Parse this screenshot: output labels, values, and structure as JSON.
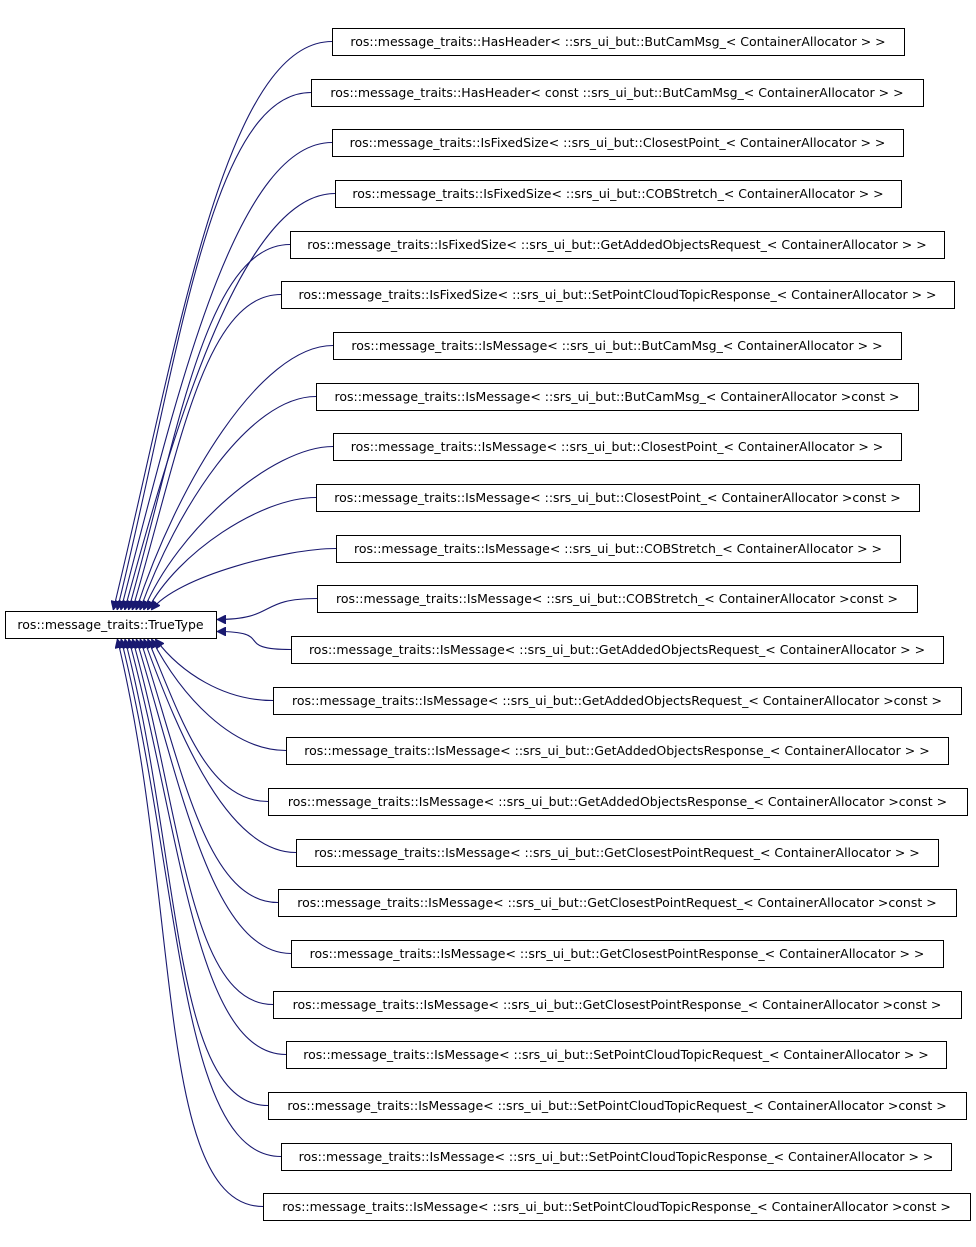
{
  "diagram": {
    "type": "inheritance-graph",
    "edge_color": "#191970",
    "arrowhead": "filled-triangle",
    "base_class": {
      "label": "ros::message_traits::TrueType"
    },
    "derived_classes": [
      {
        "label": "ros::message_traits::HasHeader< ::srs_ui_but::ButCamMsg_< ContainerAllocator > >"
      },
      {
        "label": "ros::message_traits::HasHeader< const ::srs_ui_but::ButCamMsg_< ContainerAllocator > >"
      },
      {
        "label": "ros::message_traits::IsFixedSize< ::srs_ui_but::ClosestPoint_< ContainerAllocator > >"
      },
      {
        "label": "ros::message_traits::IsFixedSize< ::srs_ui_but::COBStretch_< ContainerAllocator > >"
      },
      {
        "label": "ros::message_traits::IsFixedSize< ::srs_ui_but::GetAddedObjectsRequest_< ContainerAllocator > >"
      },
      {
        "label": "ros::message_traits::IsFixedSize< ::srs_ui_but::SetPointCloudTopicResponse_< ContainerAllocator > >"
      },
      {
        "label": "ros::message_traits::IsMessage< ::srs_ui_but::ButCamMsg_< ContainerAllocator > >"
      },
      {
        "label": "ros::message_traits::IsMessage< ::srs_ui_but::ButCamMsg_< ContainerAllocator >const >"
      },
      {
        "label": "ros::message_traits::IsMessage< ::srs_ui_but::ClosestPoint_< ContainerAllocator > >"
      },
      {
        "label": "ros::message_traits::IsMessage< ::srs_ui_but::ClosestPoint_< ContainerAllocator >const >"
      },
      {
        "label": "ros::message_traits::IsMessage< ::srs_ui_but::COBStretch_< ContainerAllocator > >"
      },
      {
        "label": "ros::message_traits::IsMessage< ::srs_ui_but::COBStretch_< ContainerAllocator >const >"
      },
      {
        "label": "ros::message_traits::IsMessage< ::srs_ui_but::GetAddedObjectsRequest_< ContainerAllocator > >"
      },
      {
        "label": "ros::message_traits::IsMessage< ::srs_ui_but::GetAddedObjectsRequest_< ContainerAllocator >const >"
      },
      {
        "label": "ros::message_traits::IsMessage< ::srs_ui_but::GetAddedObjectsResponse_< ContainerAllocator > >"
      },
      {
        "label": "ros::message_traits::IsMessage< ::srs_ui_but::GetAddedObjectsResponse_< ContainerAllocator >const >"
      },
      {
        "label": "ros::message_traits::IsMessage< ::srs_ui_but::GetClosestPointRequest_< ContainerAllocator > >"
      },
      {
        "label": "ros::message_traits::IsMessage< ::srs_ui_but::GetClosestPointRequest_< ContainerAllocator >const >"
      },
      {
        "label": "ros::message_traits::IsMessage< ::srs_ui_but::GetClosestPointResponse_< ContainerAllocator > >"
      },
      {
        "label": "ros::message_traits::IsMessage< ::srs_ui_but::GetClosestPointResponse_< ContainerAllocator >const >"
      },
      {
        "label": "ros::message_traits::IsMessage< ::srs_ui_but::SetPointCloudTopicRequest_< ContainerAllocator > >"
      },
      {
        "label": "ros::message_traits::IsMessage< ::srs_ui_but::SetPointCloudTopicRequest_< ContainerAllocator >const >"
      },
      {
        "label": "ros::message_traits::IsMessage< ::srs_ui_but::SetPointCloudTopicResponse_< ContainerAllocator > >"
      },
      {
        "label": "ros::message_traits::IsMessage< ::srs_ui_but::SetPointCloudTopicResponse_< ContainerAllocator >const >"
      }
    ]
  }
}
